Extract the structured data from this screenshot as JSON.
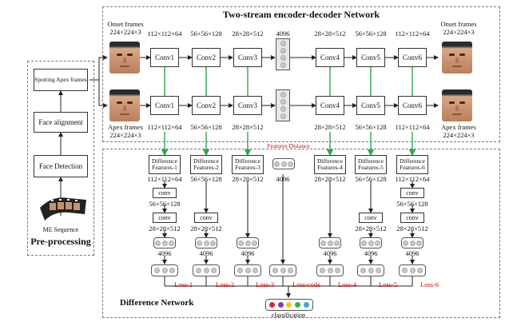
{
  "encoder": {
    "title": "Two-stream encoder-decoder Network",
    "onset_label": "Onset frames",
    "onset_dims": "224×224×3",
    "apex_label": "Apex frames",
    "apex_dims": "224×224×3",
    "convs": [
      "Conv1",
      "Conv2",
      "Conv3",
      "Conv4",
      "Conv5",
      "Conv6"
    ],
    "dims_top": [
      "112×112×64",
      "56×56×128",
      "28×28×512",
      "4096",
      "28×28×512",
      "56×56×128",
      "112×112×64"
    ],
    "dims_bottom": [
      "112×112×64",
      "56×56×128",
      "28×28×512",
      "28×28×512",
      "56×56×128",
      "112×112×64"
    ],
    "out_onset_label": "Onset frames",
    "out_onset_dims": "224×224×3",
    "out_apex_label": "Apex frames",
    "out_apex_dims": "224×224×3",
    "features_distance": "Features Distance"
  },
  "preprocessing": {
    "title": "Pre-processing",
    "spotting": "Spotting Apex frames",
    "alignment": "Face alignment",
    "detection": "Face Detection",
    "sequence": "ME Sequence"
  },
  "difference": {
    "title": "Difference Network",
    "features": [
      "Difference Features-1",
      "Difference Features-2",
      "Difference Features-3",
      "Difference Features-4",
      "Difference Features-5",
      "Difference Features-6"
    ],
    "feature_dims": [
      "112×112×64",
      "56×56×128",
      "28×28×512",
      "4096",
      "28×28×512",
      "56×56×128",
      "112×112×64"
    ],
    "conv_label": "conv",
    "sub_dims_56": "56×56×128",
    "sub_dims_28": "28×28×512",
    "fc_dims": "4096",
    "losses": [
      "Loss-1",
      "Loss-2",
      "Loss-3",
      "Loss-code",
      "Loss-4",
      "Loss-5",
      "Loss-6"
    ],
    "classification": "classification"
  },
  "colors": {
    "arrow_green": "#2aa84a",
    "loss_red": "#d40000",
    "class_dots": [
      "#e8252b",
      "#7b3fb3",
      "#e8d21a",
      "#2fb54a",
      "#3aa6e0"
    ]
  }
}
